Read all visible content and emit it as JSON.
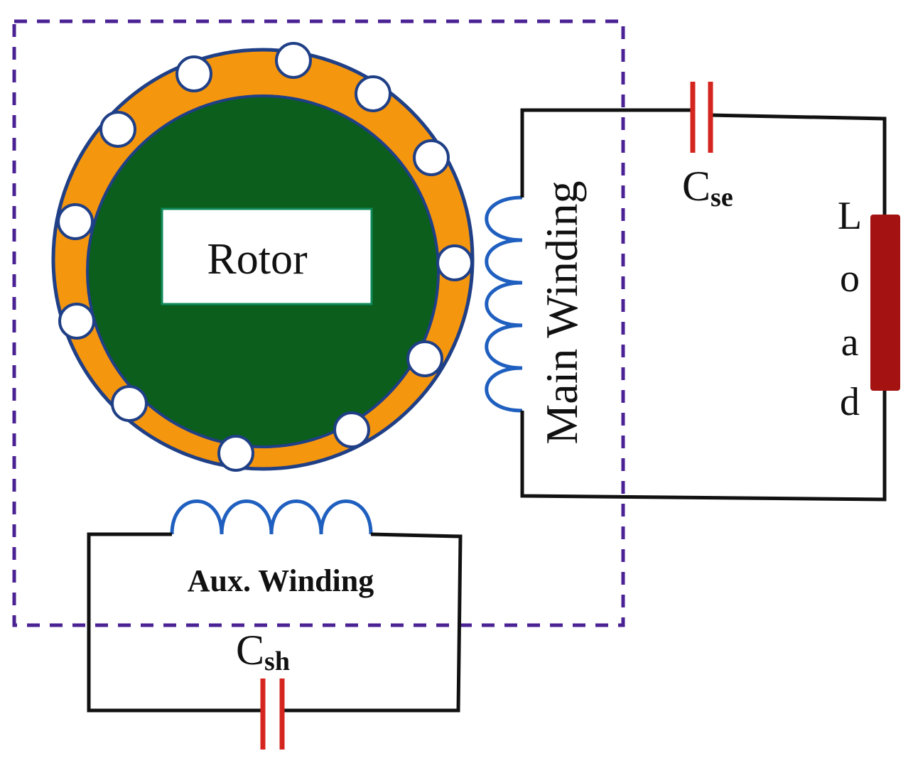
{
  "labels": {
    "rotor": "Rotor",
    "main_winding": "Main Winding",
    "aux_winding": "Aux. Winding",
    "cse_main": "C",
    "cse_sub": "se",
    "csh_main": "C",
    "csh_sub": "sh",
    "load": [
      "L",
      "o",
      "a",
      "d"
    ]
  },
  "colors": {
    "stator_ring": "#f5960f",
    "rotor_core": "#0b5e1c",
    "ring_outline": "#1f3f86",
    "slot_fill": "#ffffff",
    "slot_outline": "#1f3f86",
    "coil": "#1f5fbf",
    "wire": "#111111",
    "capacitor": "#d4261f",
    "load_resistor": "#a51212",
    "boundary_dash": "#4b2294",
    "rotor_label_border": "#0f8a5a"
  }
}
